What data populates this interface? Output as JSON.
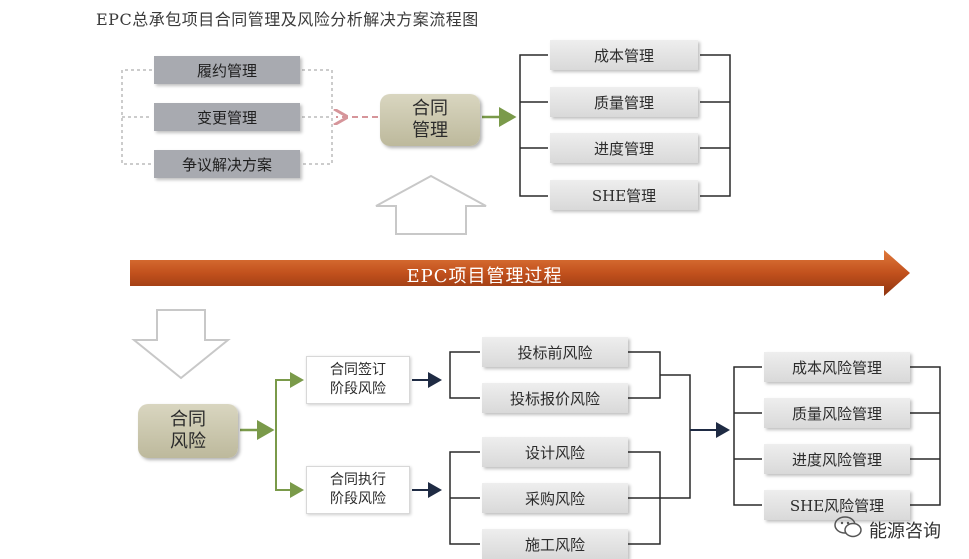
{
  "title": "EPC总承包项目合同管理及风险分析解决方案流程图",
  "top": {
    "center": "合同\n管理",
    "left_items": [
      "履约管理",
      "变更管理",
      "争议解决方案"
    ],
    "right_items": [
      "成本管理",
      "质量管理",
      "进度管理",
      "SHE管理"
    ]
  },
  "process_banner": "EPC项目管理过程",
  "bottom": {
    "center": "合同\n风险",
    "stage1": "合同签订\n阶段风险",
    "stage2": "合同执行\n阶段风险",
    "stage1_items": [
      "投标前风险",
      "投标报价风险"
    ],
    "stage2_items": [
      "设计风险",
      "采购风险",
      "施工风险"
    ],
    "risk_mgmt_items": [
      "成本风险管理",
      "质量风险管理",
      "进度风险管理",
      "SHE风险管理"
    ]
  },
  "watermark": "能源咨询",
  "colors": {
    "banner": "#c2511d",
    "olive": "#c6c2a8",
    "grey_box": "#a8aab0",
    "green_arrow": "#7a9a4a",
    "pink_arrow": "#d6959a"
  }
}
